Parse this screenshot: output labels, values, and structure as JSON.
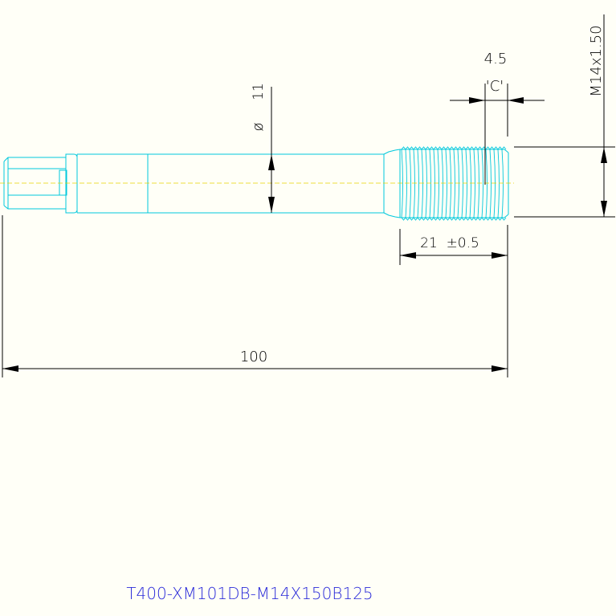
{
  "colors": {
    "background": "#fffff7",
    "geometry": "#00c8dc",
    "centerline": "#e6d200",
    "dimension": "#000000",
    "title": "#2b2bd9"
  },
  "dimensions": {
    "diameter_symbol": "ø",
    "diameter_value": "11",
    "chamfer_value": "4.5",
    "chamfer_label": "'C'",
    "thread_spec": "M14x1.50",
    "thread_length": "21  ±0.5",
    "overall_length": "100"
  },
  "title_block": {
    "part_number": "T400-XM101DB-M14X150B125"
  }
}
